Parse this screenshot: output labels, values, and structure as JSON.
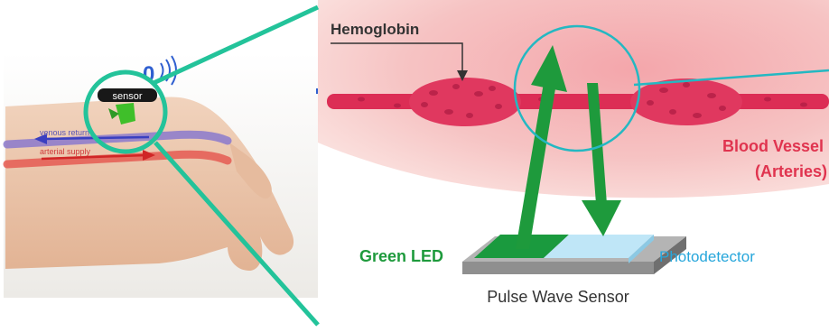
{
  "left_panel": {
    "sensor_label": "sensor",
    "venous_label": "venous return",
    "arterial_label": "arterial supply"
  },
  "right_panel": {
    "hemoglobin_label": "Hemoglobin",
    "vessel_label_line1": "Blood Vessel",
    "vessel_label_line2": "(Arteries)",
    "led_label": "Green LED",
    "detector_label": "Photodetector",
    "sensor_caption": "Pulse Wave Sensor"
  },
  "colors": {
    "teal_accent": "#23c39a",
    "vessel": "#dc2d55",
    "hemoglobin": "#e0385f",
    "green_light": "#149a3c",
    "detector_blue": "#26a6db",
    "vessel_text": "#e0344f",
    "skin": "#ebc2a6"
  }
}
